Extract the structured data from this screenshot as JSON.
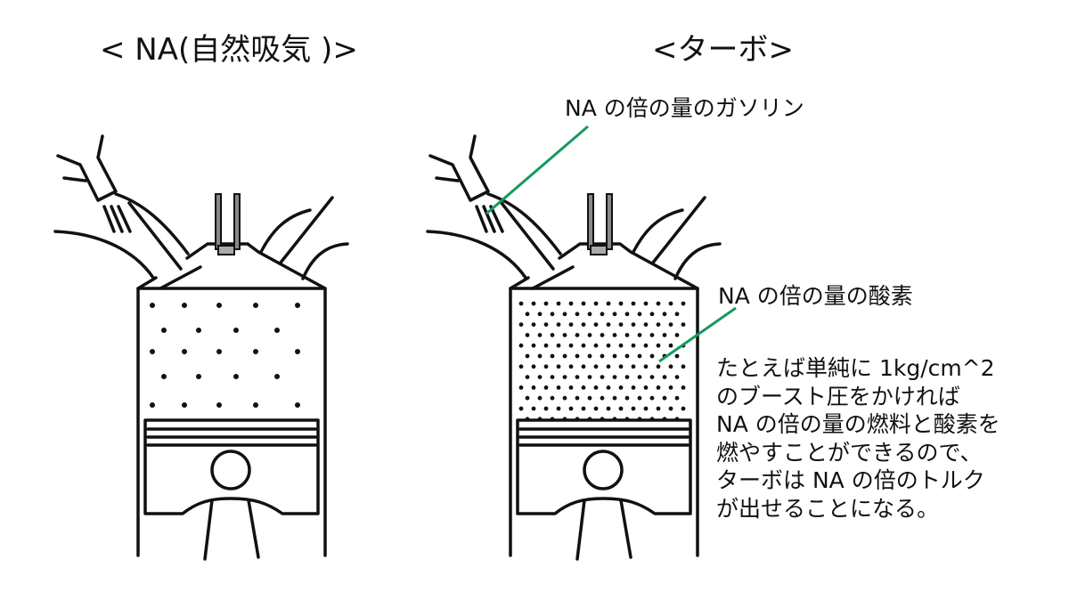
{
  "titles": {
    "na": "< NA(自然吸気 )>",
    "turbo": "<ターボ>"
  },
  "labels": {
    "gasoline": "NA の倍の量のガソリン",
    "oxygen": "NA の倍の量の酸素"
  },
  "explanation": [
    "たとえば単純に 1kg/cm^2",
    "のブースト圧をかければ",
    "NA の倍の量の燃料と酸素を",
    "燃やすことができるので、",
    "ターボは NA の倍のトルク",
    "が出せることになる。"
  ],
  "colors": {
    "line": "#111111",
    "leader": "#159a5c"
  }
}
